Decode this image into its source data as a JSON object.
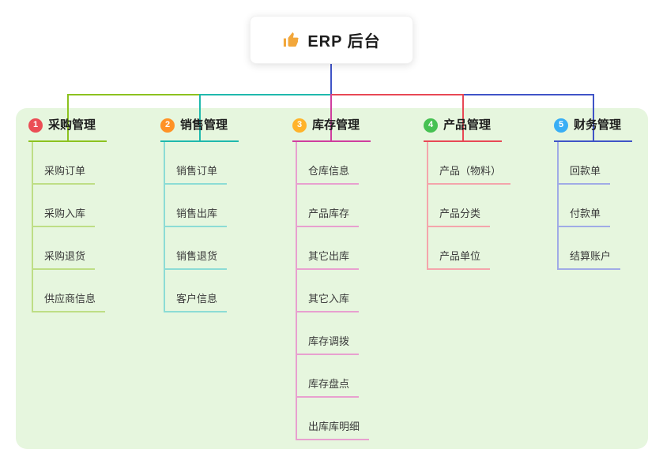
{
  "root": {
    "label": "ERP 后台",
    "icon": "thumbs-up-icon"
  },
  "branches": [
    {
      "num": "1",
      "title": "采购管理",
      "badge_color": "#eb4d55",
      "line_color": "#8cc21f",
      "child_line_color": "#bede85",
      "children": [
        "采购订单",
        "采购入库",
        "采购退货",
        "供应商信息"
      ]
    },
    {
      "num": "2",
      "title": "销售管理",
      "badge_color": "#ff9226",
      "line_color": "#1fb9ad",
      "child_line_color": "#8cdcd5",
      "children": [
        "销售订单",
        "销售出库",
        "销售退货",
        "客户信息"
      ]
    },
    {
      "num": "3",
      "title": "库存管理",
      "badge_color": "#ffb32a",
      "line_color": "#cf3e9e",
      "child_line_color": "#e8a0cf",
      "children": [
        "仓库信息",
        "产品库存",
        "其它出库",
        "其它入库",
        "库存调拨",
        "库存盘点",
        "出库库明细"
      ]
    },
    {
      "num": "4",
      "title": "产品管理",
      "badge_color": "#46c152",
      "line_color": "#e84855",
      "child_line_color": "#f4a5ab",
      "children": [
        "产品（物料）",
        "产品分类",
        "产品单位"
      ]
    },
    {
      "num": "5",
      "title": "财务管理",
      "badge_color": "#38aef5",
      "line_color": "#4054c7",
      "child_line_color": "#a0abe6",
      "children": [
        "回款单",
        "付款单",
        "结算账户"
      ]
    }
  ],
  "colors": {
    "canvas_bg": "#ffffff",
    "panel_bg": "#e6f6de",
    "root_connector": "#4054c7"
  }
}
